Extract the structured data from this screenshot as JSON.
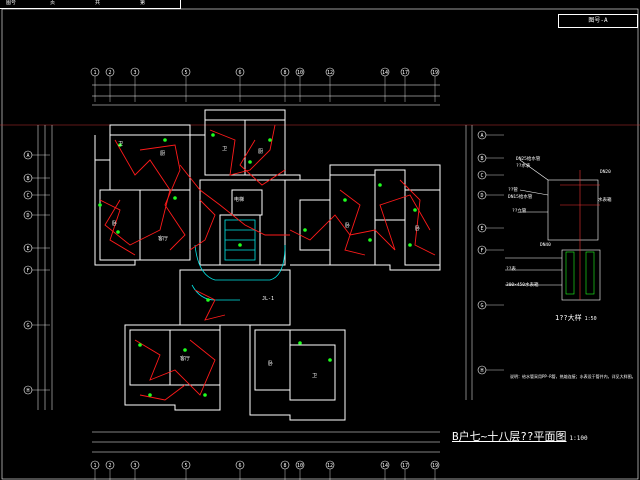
{
  "header": {
    "cells": [
      "图号",
      "页",
      "共",
      "第"
    ],
    "sheet_label": "图号-A"
  },
  "plan": {
    "title": "B户七~十八层??平面图",
    "scale": "1:100",
    "top_axes": [
      "1",
      "2",
      "3",
      "5",
      "6",
      "8",
      "10",
      "12",
      "14",
      "17",
      "19"
    ],
    "bottom_axes": [
      "1",
      "2",
      "3",
      "5",
      "6",
      "8",
      "10",
      "12",
      "14",
      "17",
      "19"
    ],
    "left_axes": [
      "A",
      "B",
      "C",
      "D",
      "E",
      "F",
      "G",
      "H"
    ],
    "right_axes": [
      "A",
      "B",
      "C",
      "D",
      "E",
      "F",
      "G",
      "H"
    ],
    "room_labels": [
      "卫",
      "厨",
      "卧",
      "客厅",
      "卫",
      "厨",
      "卧",
      "卧",
      "电梯",
      "客厅",
      "卧",
      "卫"
    ],
    "riser_label": "JL-1"
  },
  "detail": {
    "title": "1??大样",
    "scale": "1:50",
    "labels": [
      "DN25给水管",
      "??水表",
      "DN20",
      "??管",
      "DN15给水管",
      "??立管",
      "水表箱",
      "DN40",
      "??表",
      "300×450水表箱"
    ],
    "note": "说明：给水管采用PP-R管，热熔连接；水表设于管井内，详见大样图。"
  },
  "colors": {
    "background": "#000000",
    "pipe": "#ff0000",
    "wall": "#ffffff",
    "fixture": "#00ff00",
    "stair": "#00ffff",
    "axis": "#ffffff",
    "dimension": "#ffff00",
    "cut_line": "#ff3333"
  }
}
